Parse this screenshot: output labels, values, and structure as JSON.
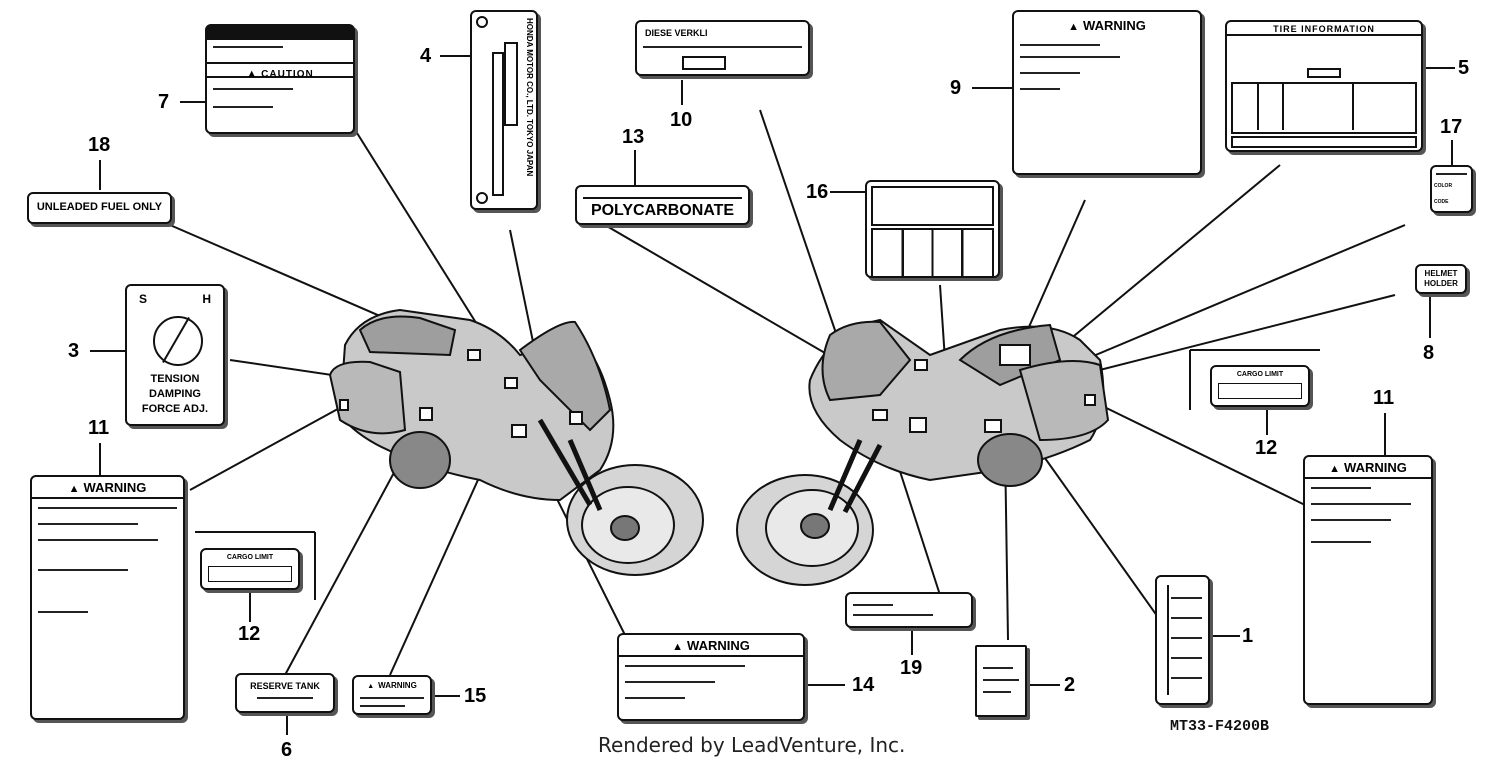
{
  "labels": {
    "unleaded": "UNLEADED FUEL ONLY",
    "polycarbonate": "POLYCARBONATE",
    "caution": "CAUTION",
    "warning": "WARNING",
    "tire_information": "TIRE INFORMATION",
    "diesel_verkl": "DIESE VERKLI",
    "honda_motor": "HONDA MOTOR CO., LTD. TOKYO JAPAN",
    "tension_s": "S",
    "tension_h": "H",
    "tension_text": [
      "TENSION",
      "DAMPING",
      "FORCE ADJ."
    ],
    "cargo_limit": "CARGO LIMIT",
    "reserve_tank": "RESERVE TANK",
    "helmet_holder": [
      "HELMET",
      "HOLDER"
    ],
    "color": "COLOR",
    "code": "CODE"
  },
  "callouts": [
    "1",
    "2",
    "3",
    "4",
    "5",
    "6",
    "7",
    "8",
    "9",
    "10",
    "11",
    "11",
    "12",
    "12",
    "13",
    "14",
    "15",
    "16",
    "17",
    "18",
    "19"
  ],
  "footer": "Rendered by LeadVenture, Inc.",
  "part_code": "MT33-F4200B"
}
